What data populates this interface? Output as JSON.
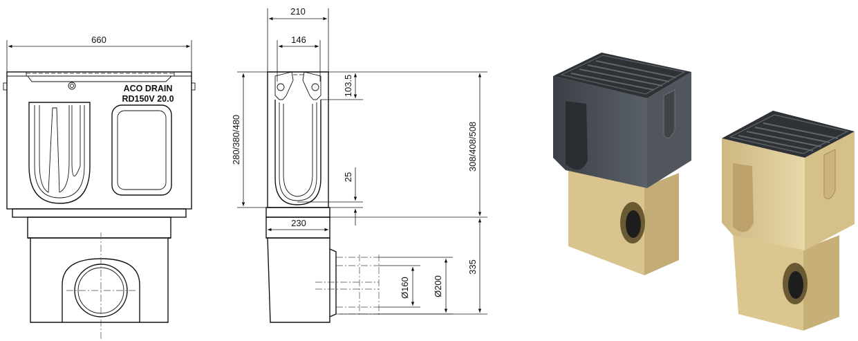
{
  "front_view": {
    "width_label": "660",
    "product_label_line1": "ACO DRAIN",
    "product_label_line2": "RD150V  20.0"
  },
  "side_view": {
    "top_width_label": "210",
    "inner_width_label": "146",
    "upper_dim_label": "103.5",
    "height_label": "280/380/480",
    "lower_dim_label": "25",
    "total_height_label": "308/408/508",
    "base_width_label": "230",
    "base_height_label": "335",
    "outlet_inner_label": "Ø160",
    "outlet_outer_label": "Ø200"
  },
  "renders": {
    "dark_unit": "dark-body-drain-unit",
    "beige_unit": "beige-body-drain-unit"
  },
  "colors": {
    "dark_body": "#4a4f55",
    "grate": "#2e3236",
    "beige_body": "#e3cf9c"
  }
}
